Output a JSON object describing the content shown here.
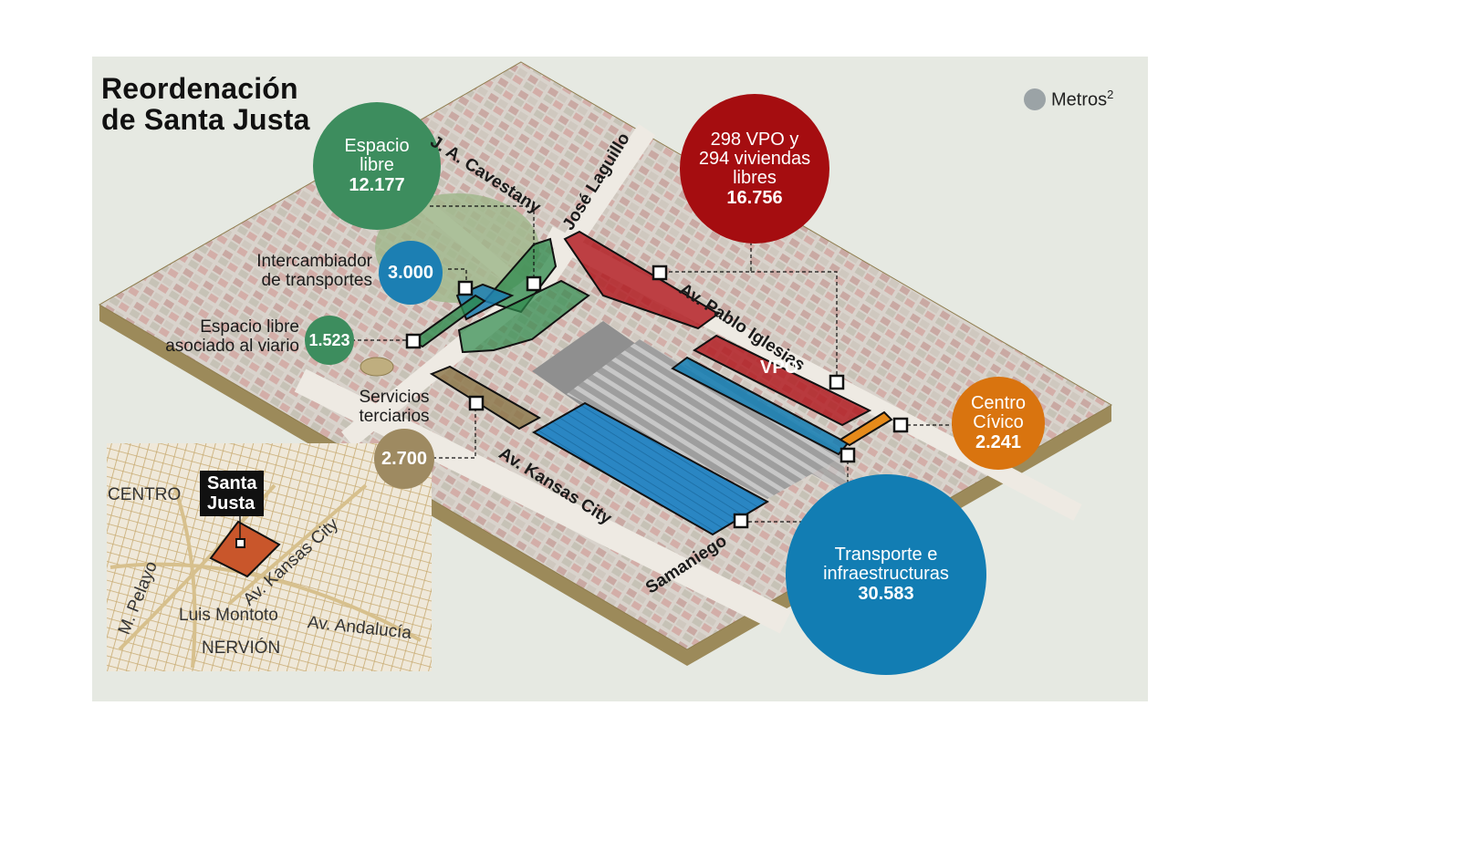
{
  "title": {
    "line1": "Reordenación",
    "line2": "de Santa Justa"
  },
  "legend": {
    "label": "Metros",
    "superscript": "2",
    "color": "#9ba3a6"
  },
  "bubbles": {
    "espacio_libre": {
      "label_line1": "Espacio",
      "label_line2": "libre",
      "value": "12.177",
      "color": "#3d8d5e"
    },
    "viviendas": {
      "label_line1": "298 VPO y",
      "label_line2": "294 viviendas",
      "label_line3": "libres",
      "value": "16.756",
      "color": "#a50d10"
    },
    "intercambiador": {
      "value": "3.000",
      "color": "#1c7fb3"
    },
    "espacio_viario": {
      "value": "1.523",
      "color": "#3d8d5e"
    },
    "servicios": {
      "value": "2.700",
      "color": "#9e8a61"
    },
    "centro_civico": {
      "label_line1": "Centro",
      "label_line2": "Cívico",
      "value": "2.241",
      "color": "#d9740f"
    },
    "transporte": {
      "label_line1": "Transporte e",
      "label_line2": "infraestructuras",
      "value": "30.583",
      "color": "#127db3"
    }
  },
  "side_labels": {
    "intercambiador_line1": "Intercambiador",
    "intercambiador_line2": "de transportes",
    "viario_line1": "Espacio libre",
    "viario_line2": "asociado al viario",
    "servicios_line1": "Servicios",
    "servicios_line2": "terciarios"
  },
  "streets": {
    "cavestany": "J. A. Cavestany",
    "laguillo": "José Laguillo",
    "pablo_iglesias": "Av. Pablo Iglesias",
    "kansas": "Av. Kansas City",
    "samaniego": "Samaniego",
    "vpo": "VPO"
  },
  "inset": {
    "santa_line1": "Santa",
    "santa_line2": "Justa",
    "centro": "CENTRO",
    "kansas": "Av. Kansas City",
    "pelayo": "M. Pelayo",
    "montoto": "Luis Montoto",
    "andalucia": "Av. Andalucía",
    "nervion": "NERVIÓN"
  }
}
